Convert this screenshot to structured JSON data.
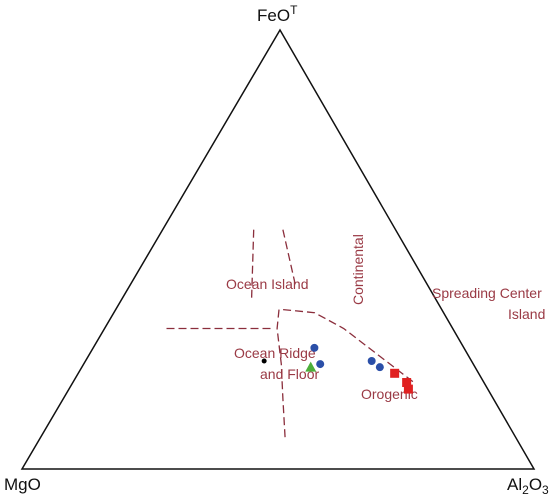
{
  "chart_data": {
    "type": "scatter",
    "subtype": "ternary",
    "vertices": {
      "top": {
        "label": "FeO",
        "superscript": "T"
      },
      "left": {
        "label": "MgO"
      },
      "right": {
        "label": "Al",
        "sub1": "2",
        "mid": "O",
        "sub2": "3"
      }
    },
    "field_labels": [
      {
        "id": "ocean-island",
        "text": "Ocean Island"
      },
      {
        "id": "continental",
        "text": "Continental"
      },
      {
        "id": "spreading-center-1",
        "text": "Spreading Center"
      },
      {
        "id": "spreading-center-2",
        "text": "Island"
      },
      {
        "id": "ocean-ridge-1",
        "text": "Ocean Ridge"
      },
      {
        "id": "ocean-ridge-2",
        "text": "and Floor"
      },
      {
        "id": "orogenic",
        "text": "Orogenic"
      }
    ],
    "series": [
      {
        "marker": "circle",
        "color": "#2b4fa8",
        "points": [
          {
            "FeO": 0.276,
            "MgO": 0.292,
            "Al2O3": 0.432
          },
          {
            "FeO": 0.239,
            "MgO": 0.299,
            "Al2O3": 0.462
          },
          {
            "FeO": 0.246,
            "MgO": 0.195,
            "Al2O3": 0.559
          },
          {
            "FeO": 0.232,
            "MgO": 0.186,
            "Al2O3": 0.582
          }
        ]
      },
      {
        "marker": "triangle",
        "color": "#4caf3a",
        "points": [
          {
            "FeO": 0.232,
            "MgO": 0.321,
            "Al2O3": 0.447
          }
        ]
      },
      {
        "marker": "square",
        "color": "#e02020",
        "points": [
          {
            "FeO": 0.218,
            "MgO": 0.164,
            "Al2O3": 0.618
          },
          {
            "FeO": 0.197,
            "MgO": 0.151,
            "Al2O3": 0.652
          },
          {
            "FeO": 0.182,
            "MgO": 0.155,
            "Al2O3": 0.663
          }
        ]
      },
      {
        "marker": "dot",
        "color": "#000000",
        "points": [
          {
            "FeO": 0.246,
            "MgO": 0.405,
            "Al2O3": 0.349
          }
        ]
      }
    ],
    "boundaries": [
      [
        {
          "FeO": 0.545,
          "MgO": 0.277,
          "Al2O3": 0.178
        },
        {
          "FeO": 0.388,
          "MgO": 0.359,
          "Al2O3": 0.253
        }
      ],
      [
        {
          "FeO": 0.545,
          "MgO": 0.22,
          "Al2O3": 0.235
        },
        {
          "FeO": 0.413,
          "MgO": 0.26,
          "Al2O3": 0.327
        }
      ],
      [
        {
          "FeO": 0.32,
          "MgO": 0.559,
          "Al2O3": 0.121
        },
        {
          "FeO": 0.32,
          "MgO": 0.353,
          "Al2O3": 0.327
        }
      ],
      [
        {
          "FeO": 0.363,
          "MgO": 0.318,
          "Al2O3": 0.319
        },
        {
          "FeO": 0.32,
          "MgO": 0.343,
          "Al2O3": 0.337
        },
        {
          "FeO": 0.239,
          "MgO": 0.375,
          "Al2O3": 0.386
        },
        {
          "FeO": 0.16,
          "MgO": 0.411,
          "Al2O3": 0.429
        },
        {
          "FeO": 0.071,
          "MgO": 0.451,
          "Al2O3": 0.478
        }
      ],
      [
        {
          "FeO": 0.363,
          "MgO": 0.31,
          "Al2O3": 0.327
        },
        {
          "FeO": 0.356,
          "MgO": 0.252,
          "Al2O3": 0.392
        },
        {
          "FeO": 0.32,
          "MgO": 0.213,
          "Al2O3": 0.467
        },
        {
          "FeO": 0.196,
          "MgO": 0.136,
          "Al2O3": 0.668
        }
      ]
    ],
    "colors": {
      "frame": "#111111",
      "boundary": "#8b2e3c",
      "label": "#9a3a45"
    }
  }
}
